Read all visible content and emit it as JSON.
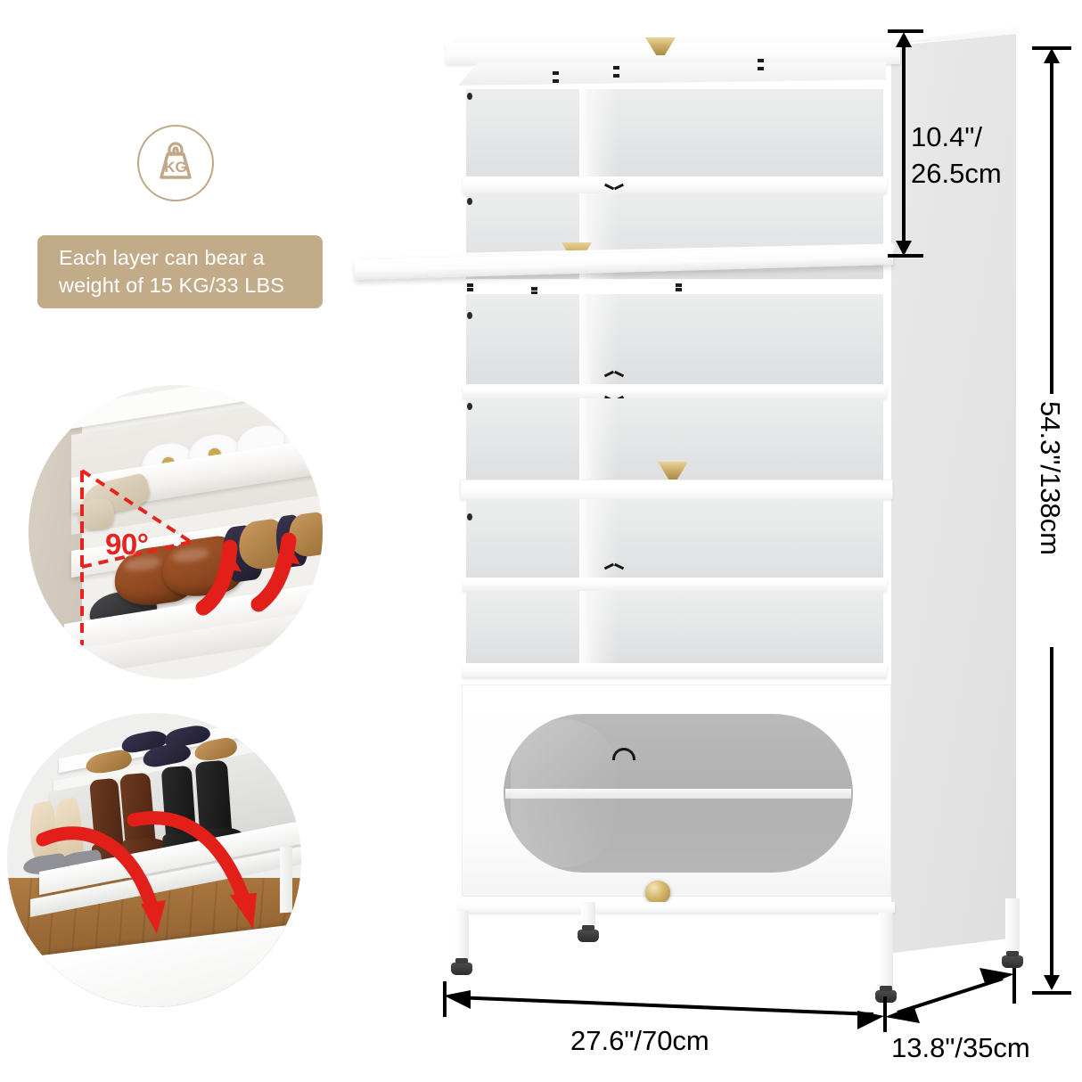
{
  "product": {
    "name": "5-tier flip-down shoe storage cabinet",
    "color": "white",
    "hardware_color": "gold"
  },
  "badge": {
    "icon": "weight-kg-icon",
    "icon_label": "KG",
    "line1": "Each layer can bear a",
    "line2": "weight of 15 KG/33 LBS",
    "banner_color": "#c2ab88",
    "icon_color": "#bfa887"
  },
  "insets": [
    {
      "id": "inset-open-angle",
      "annotation": "90°",
      "annotation_color": "#e8221c",
      "description": "Open flip drawer shown at 90 degrees with shoes on shelves"
    },
    {
      "id": "inset-drop-down",
      "annotation": "",
      "annotation_color": "#e8221c",
      "description": "Flip drawer dropping down over wood floor with boots and heels"
    }
  ],
  "dimensions": {
    "top_compartment": {
      "label": "10.4\"/\n26.5cm",
      "line1": "10.4\"/",
      "line2": "26.5cm"
    },
    "height": {
      "label": "54.3\"/138cm"
    },
    "width": {
      "label": "27.6\"/70cm"
    },
    "depth": {
      "label": "13.8\"/35cm"
    }
  },
  "cabinet": {
    "tiers": 5,
    "knobs": [
      "cone-knob-top",
      "cone-knob-upper",
      "cone-knob-mid",
      "round-knob-bottom"
    ],
    "glass_panel": "frosted oval glass window",
    "legs": 4
  }
}
